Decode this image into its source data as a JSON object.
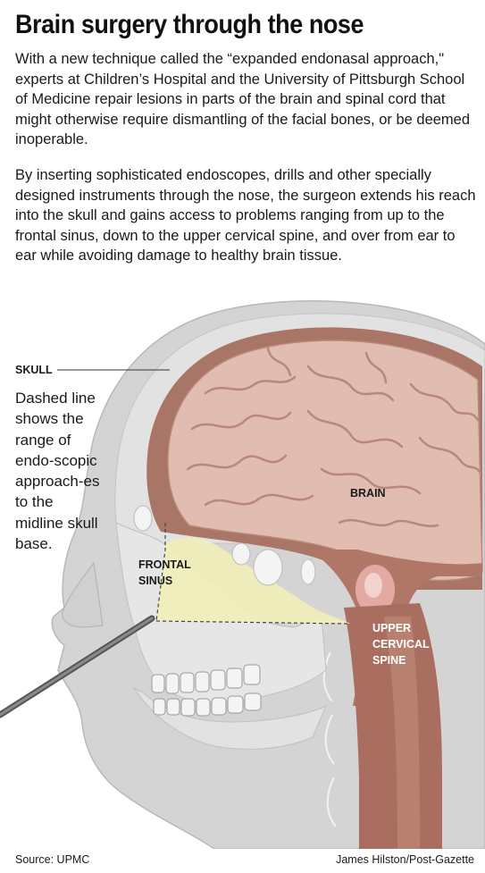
{
  "title": "Brain surgery through the nose",
  "intro": "With a new technique called the “expanded endonasal approach,\" experts at Children’s Hospital and the University of Pittsburgh School of Medicine repair lesions in parts of the brain and spinal cord that might otherwise require dismantling of the facial bones, or be deemed inoperable.",
  "body": "By inserting sophisticated endoscopes, drills and other specially designed instruments through the nose, the surgeon extends his reach into the skull and gains access to problems ranging from up to the frontal sinus, down to the upper cervical spine, and over from ear to ear while avoiding damage to healthy brain tissue.",
  "labels": {
    "skull": "SKULL",
    "brain": "BRAIN",
    "frontal_sinus_1": "FRONTAL",
    "frontal_sinus_2": "SINUS",
    "spine_1": "UPPER",
    "spine_2": "CERVICAL",
    "spine_3": "SPINE"
  },
  "callout": "Dashed line shows the range of endo-scopic approach-es to the midline skull base.",
  "source": "Source: UPMC",
  "credit": "James Hilston/Post-Gazette",
  "colors": {
    "brain": "#e0bdb0",
    "brain_outline": "#b07a66",
    "brain_cavity": "#a87060",
    "skull": "#dcdcdc",
    "skin": "#d0d0d0",
    "spine": "#a96e60",
    "sinus_highlight": "#f2eeb8"
  }
}
